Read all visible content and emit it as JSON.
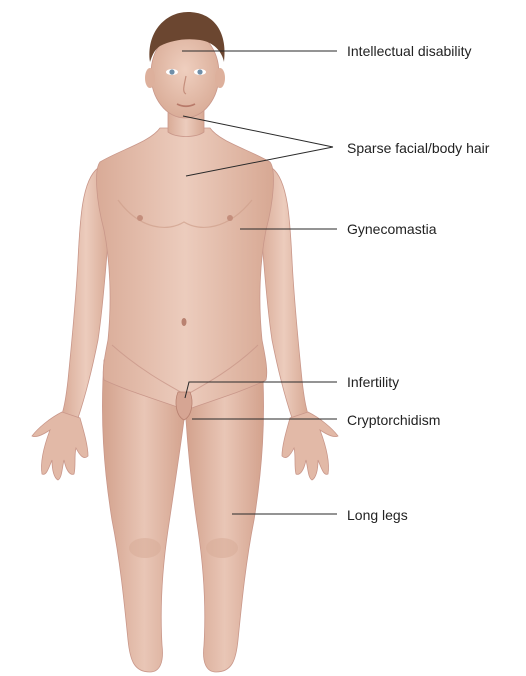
{
  "labels": [
    "Intellectual disability",
    "Sparse facial/body hair",
    "Gynecomastia",
    "Infertility",
    "Cryptorchidism",
    "Long legs"
  ],
  "colors": {
    "skin": "#e6c0ae",
    "skin_shadow": "#cf9f8b",
    "hair": "#6b4630",
    "eyes": "#6f8ea8",
    "leader_line": "#2a2a2a",
    "text": "#222222"
  }
}
